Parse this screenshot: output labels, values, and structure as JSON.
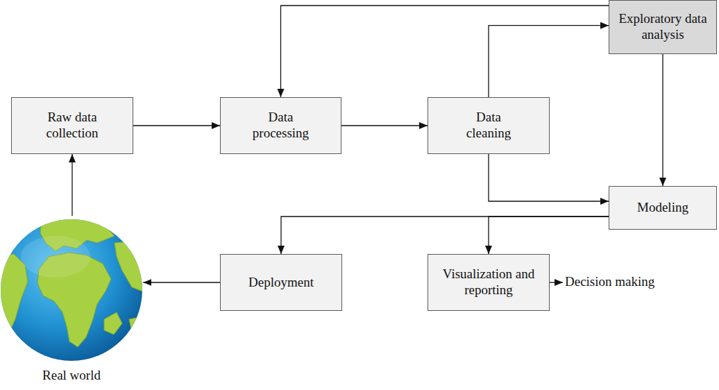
{
  "diagram": {
    "nodes": [
      {
        "text": [
          "Raw data collection"
        ]
      },
      {
        "text": [
          "Data processing"
        ]
      },
      {
        "text": [
          "Data cleaning"
        ]
      },
      {
        "text": [
          "Exploratory data analysis"
        ]
      },
      {
        "text": [
          "Modeling"
        ]
      },
      {
        "text": [
          "Deployment"
        ]
      },
      {
        "text": [
          "Visualization and reporting"
        ]
      },
      {
        "text": [
          "Real world"
        ]
      }
    ],
    "edges": [
      {
        "from": 7,
        "to": 0,
        "arrow": "to"
      },
      {
        "from": 0,
        "to": 1,
        "arrow": "to"
      },
      {
        "from": 1,
        "to": 2,
        "arrow": "to"
      },
      {
        "from": 2,
        "to": 3,
        "arrow": "to"
      },
      {
        "from": 3,
        "to": 1,
        "arrow": "to"
      },
      {
        "from": 2,
        "to": 4,
        "arrow": "to"
      },
      {
        "from": 3,
        "to": 4,
        "arrow": "to"
      },
      {
        "from": 4,
        "to": 5,
        "arrow": "to"
      },
      {
        "from": 4,
        "to": 6,
        "arrow": "to"
      },
      {
        "from": 5,
        "to": 7,
        "arrow": "to"
      }
    ],
    "labels": [
      "Decision making"
    ]
  }
}
